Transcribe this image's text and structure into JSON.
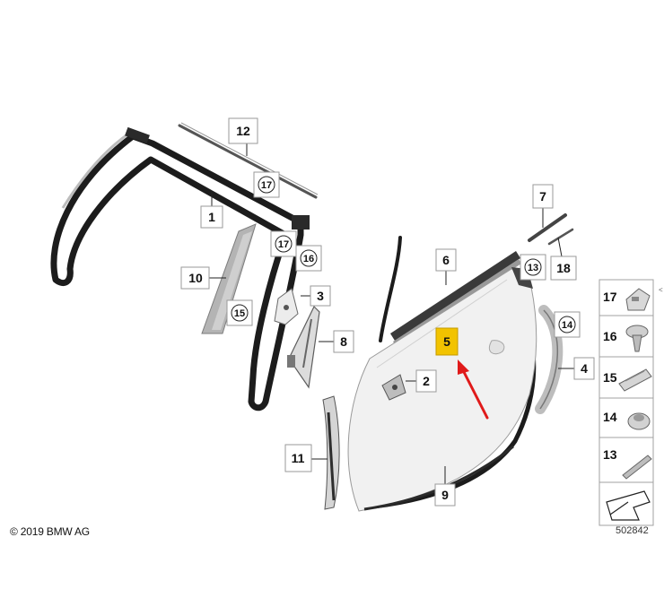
{
  "diagram": {
    "callouts": {
      "c1": "1",
      "c2": "2",
      "c3": "3",
      "c4": "4",
      "c5": "5",
      "c6": "6",
      "c7": "7",
      "c8": "8",
      "c9": "9",
      "c10": "10",
      "c11": "11",
      "c12": "12",
      "c18": "18"
    },
    "circled_callouts": {
      "a17": "17",
      "b17": "17",
      "a16": "16",
      "a15": "15",
      "a13": "13",
      "a14": "14"
    },
    "legend": {
      "items": [
        "17",
        "16",
        "15",
        "14",
        "13"
      ]
    },
    "highlighted_callout": "5",
    "colors": {
      "highlight": "#f2c300",
      "arrow": "#e01a1a",
      "seal": "#1c1c1c",
      "door_panel": "#f1f1f1"
    },
    "icons": [
      "pointer-arrow",
      "rubber-seal",
      "door-panel",
      "clip",
      "screw",
      "plug"
    ]
  },
  "footer": {
    "copyright": "© 2019 BMW AG",
    "image_number": "502842"
  }
}
